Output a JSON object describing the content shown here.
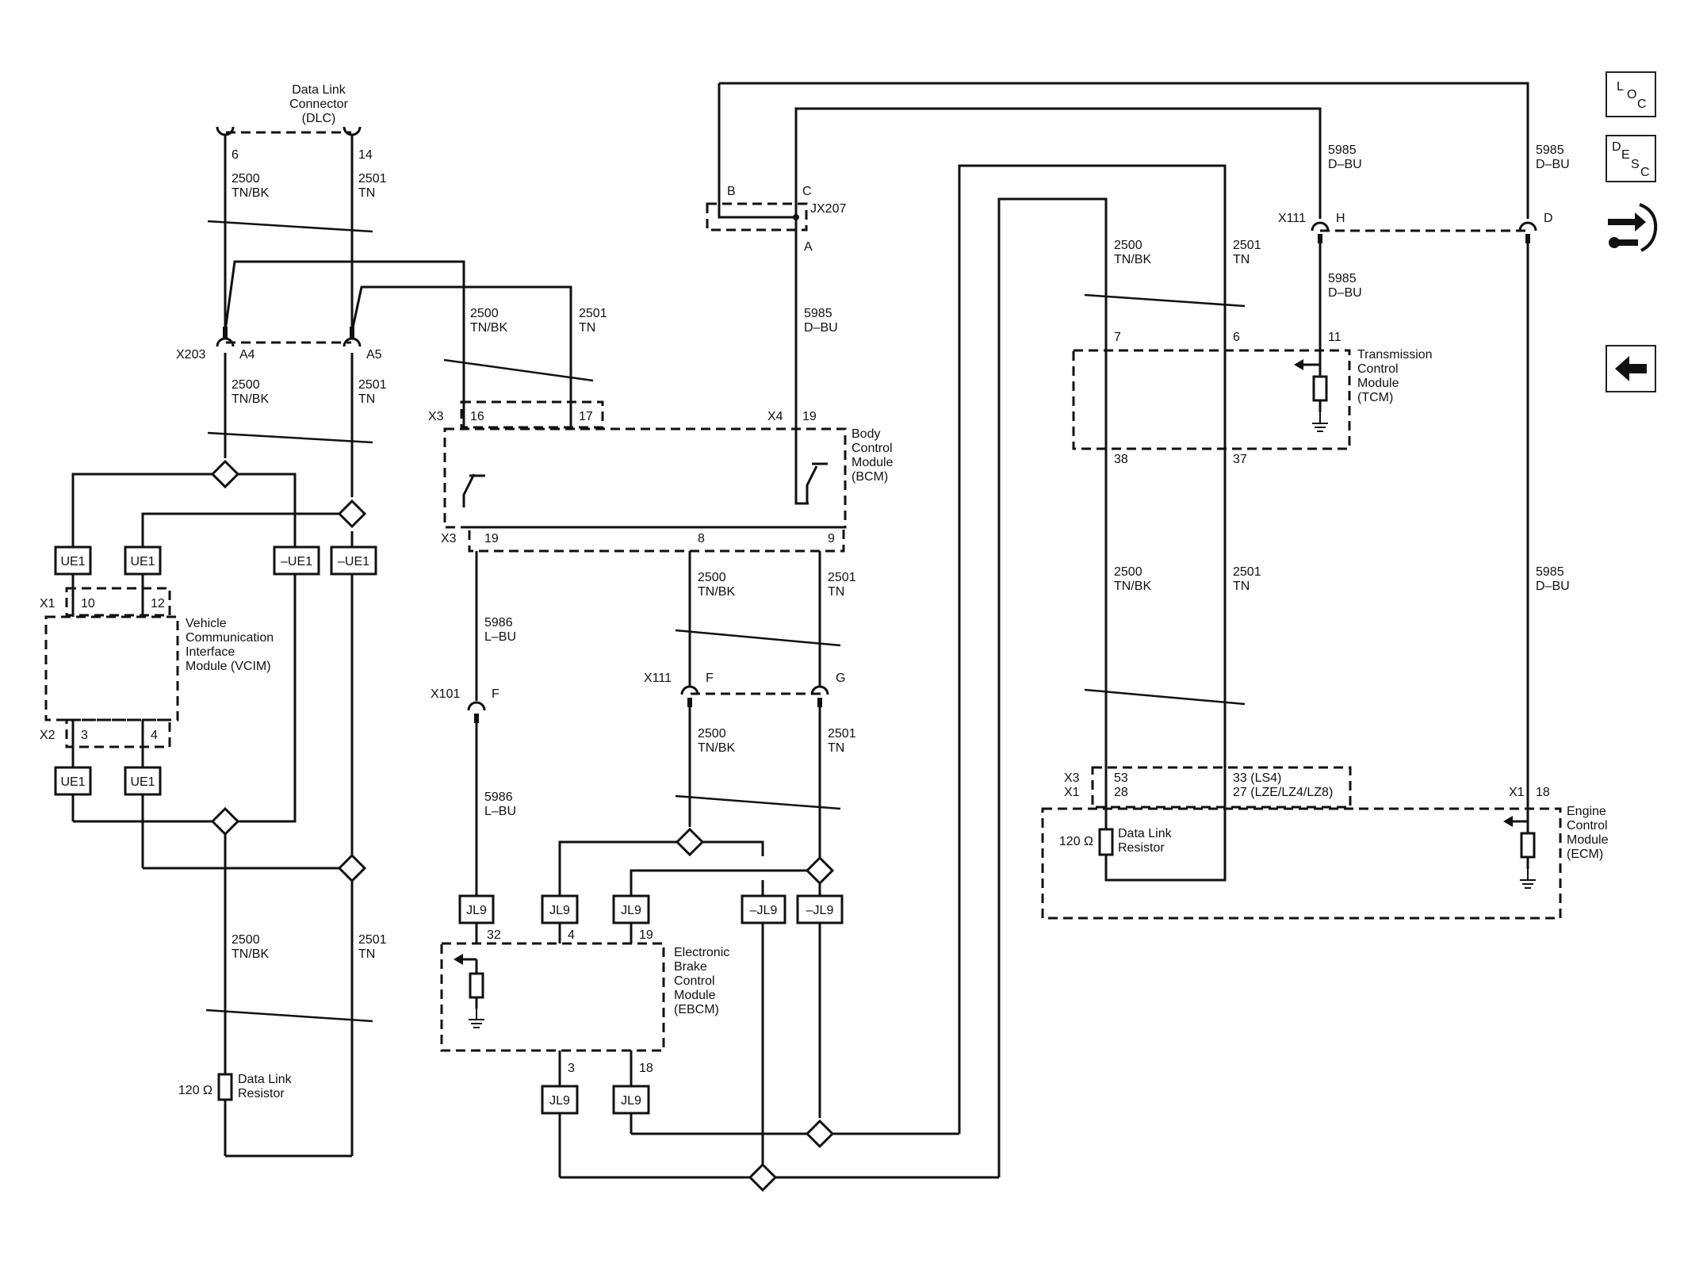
{
  "modules": {
    "dlc": [
      "Data Link",
      "Connector",
      "(DLC)"
    ],
    "vcim": [
      "Vehicle",
      "Communication",
      "Interface",
      "Module (VCIM)"
    ],
    "bcm": [
      "Body",
      "Control",
      "Module",
      "(BCM)"
    ],
    "tcm": [
      "Transmission",
      "Control",
      "Module",
      "(TCM)"
    ],
    "ebcm": [
      "Electronic",
      "Brake",
      "Control",
      "Module",
      "(EBCM)"
    ],
    "ecm": [
      "Engine",
      "Control",
      "Module",
      "(ECM)"
    ]
  },
  "resistor": {
    "value": "120 Ω",
    "label": [
      "Data Link",
      "Resistor"
    ]
  },
  "wires": {
    "w2500": [
      "2500",
      "TN/BK"
    ],
    "w2501": [
      "2501",
      "TN"
    ],
    "w5985": [
      "5985",
      "D–BU"
    ],
    "w5986": [
      "5986",
      "L–BU"
    ]
  },
  "connectors": {
    "x203": "X203",
    "x3": "X3",
    "x4": "X4",
    "x1": "X1",
    "x2": "X2",
    "x101": "X101",
    "x111": "X111",
    "jx207": "JX207"
  },
  "pins": {
    "dlc6": "6",
    "dlc14": "14",
    "a4": "A4",
    "a5": "A5",
    "bcm16": "16",
    "bcm17": "17",
    "bcm19_x4": "19",
    "bcm19": "19",
    "bcm8": "8",
    "bcm9": "9",
    "jb": "B",
    "jc": "C",
    "ja": "A",
    "x101f": "F",
    "x111f": "F",
    "x111g": "G",
    "x111h": "H",
    "x111d": "D",
    "tcm7": "7",
    "tcm6": "6",
    "tcm11": "11",
    "tcm38": "38",
    "tcm37": "37",
    "ecm53": "53",
    "ecm28": "28",
    "ecm33": "33 (LS4)",
    "ecm27": "27 (LZE/LZ4/LZ8)",
    "ecm18": "18",
    "v10": "10",
    "v12": "12",
    "v3": "3",
    "v4": "4",
    "e32": "32",
    "e4": "4",
    "e19": "19",
    "e3": "3",
    "e18": "18"
  },
  "splice_labels": {
    "ue1": "UE1",
    "ue1_neg": "–UE1",
    "jl9": "JL9",
    "jl9_neg": "–JL9"
  },
  "side_buttons": {
    "loc": {
      "letters": [
        "L",
        "O",
        "C"
      ]
    },
    "desc": {
      "letters": [
        "D",
        "E",
        "S",
        "C"
      ]
    },
    "icons": [
      "connector-tool-icon",
      "back-arrow-icon"
    ]
  }
}
